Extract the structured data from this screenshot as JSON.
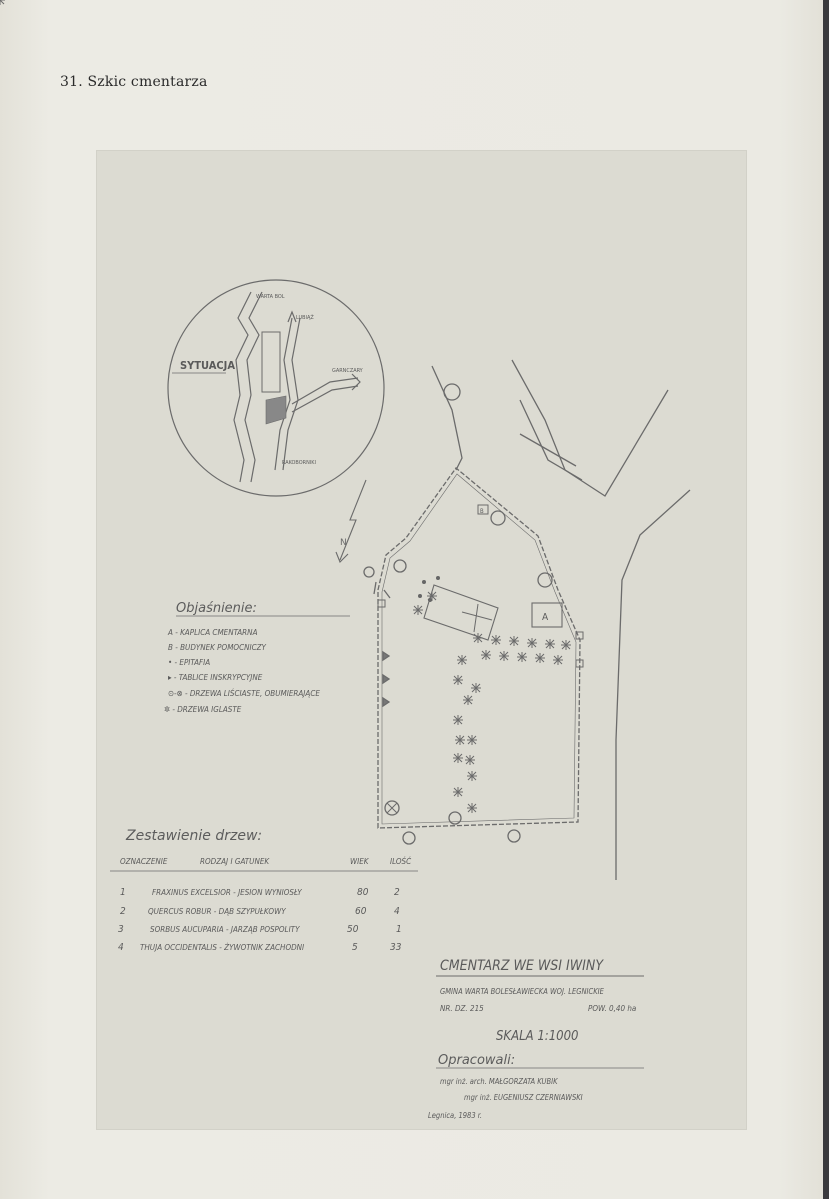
{
  "page": {
    "title": "31. Szkic cmentarza"
  },
  "situation": {
    "heading": "SYTUACJA",
    "road_north": "WARTA BOL",
    "road_north2": "LUBIĄŻ",
    "road_east": "GARNCZARY",
    "road_south": "RAKOBORNIKI"
  },
  "legend": {
    "heading": "Objaśnienie:",
    "items": [
      "A - KAPLICA CMENTARNA",
      "B - BUDYNEK POMOCNICZY",
      "• - EPITAFIA",
      "▸ - TABLICE INSKRYPCYJNE",
      "⊙-⊗ - DRZEWA LIŚCIASTE, OBUMIERAJĄCE",
      "✲ - DRZEWA IGLASTE"
    ]
  },
  "trees": {
    "heading": "Zestawienie drzew:",
    "columns": [
      "OZNACZENIE",
      "RODZAJ I GATUNEK",
      "WIEK",
      "ILOŚĆ"
    ],
    "rows": [
      {
        "no": "1",
        "name": "FRAXINUS EXCELSIOR - JESION WYNIOSŁY",
        "age": "80",
        "qty": "2"
      },
      {
        "no": "2",
        "name": "QUERCUS ROBUR - DĄB SZYPUŁKOWY",
        "age": "60",
        "qty": "4"
      },
      {
        "no": "3",
        "name": "SORBUS AUCUPARIA - JARZĄB POSPOLITY",
        "age": "50",
        "qty": "1"
      },
      {
        "no": "4",
        "name": "THUJA OCCIDENTALIS - ŻYWOTNIK ZACHODNI",
        "age": "5",
        "qty": "33"
      }
    ]
  },
  "map": {
    "label_a": "A",
    "label_b": "B"
  },
  "title_block": {
    "title": "CMENTARZ WE WSI IWINY",
    "commune": "GMINA WARTA BOLESŁAWIECKA WOJ. LEGNICKIE",
    "parcel": "NR. DZ. 215",
    "area": "POW. 0,40 ha",
    "scale": "SKALA 1:1000",
    "prepared": "Opracowali:",
    "author1": "mgr inż. arch. MAŁGORZATA KUBIK",
    "author2": "mgr inż. EUGENIUSZ CZERNIAWSKI",
    "place_date": "Legnica, 1983 r."
  }
}
